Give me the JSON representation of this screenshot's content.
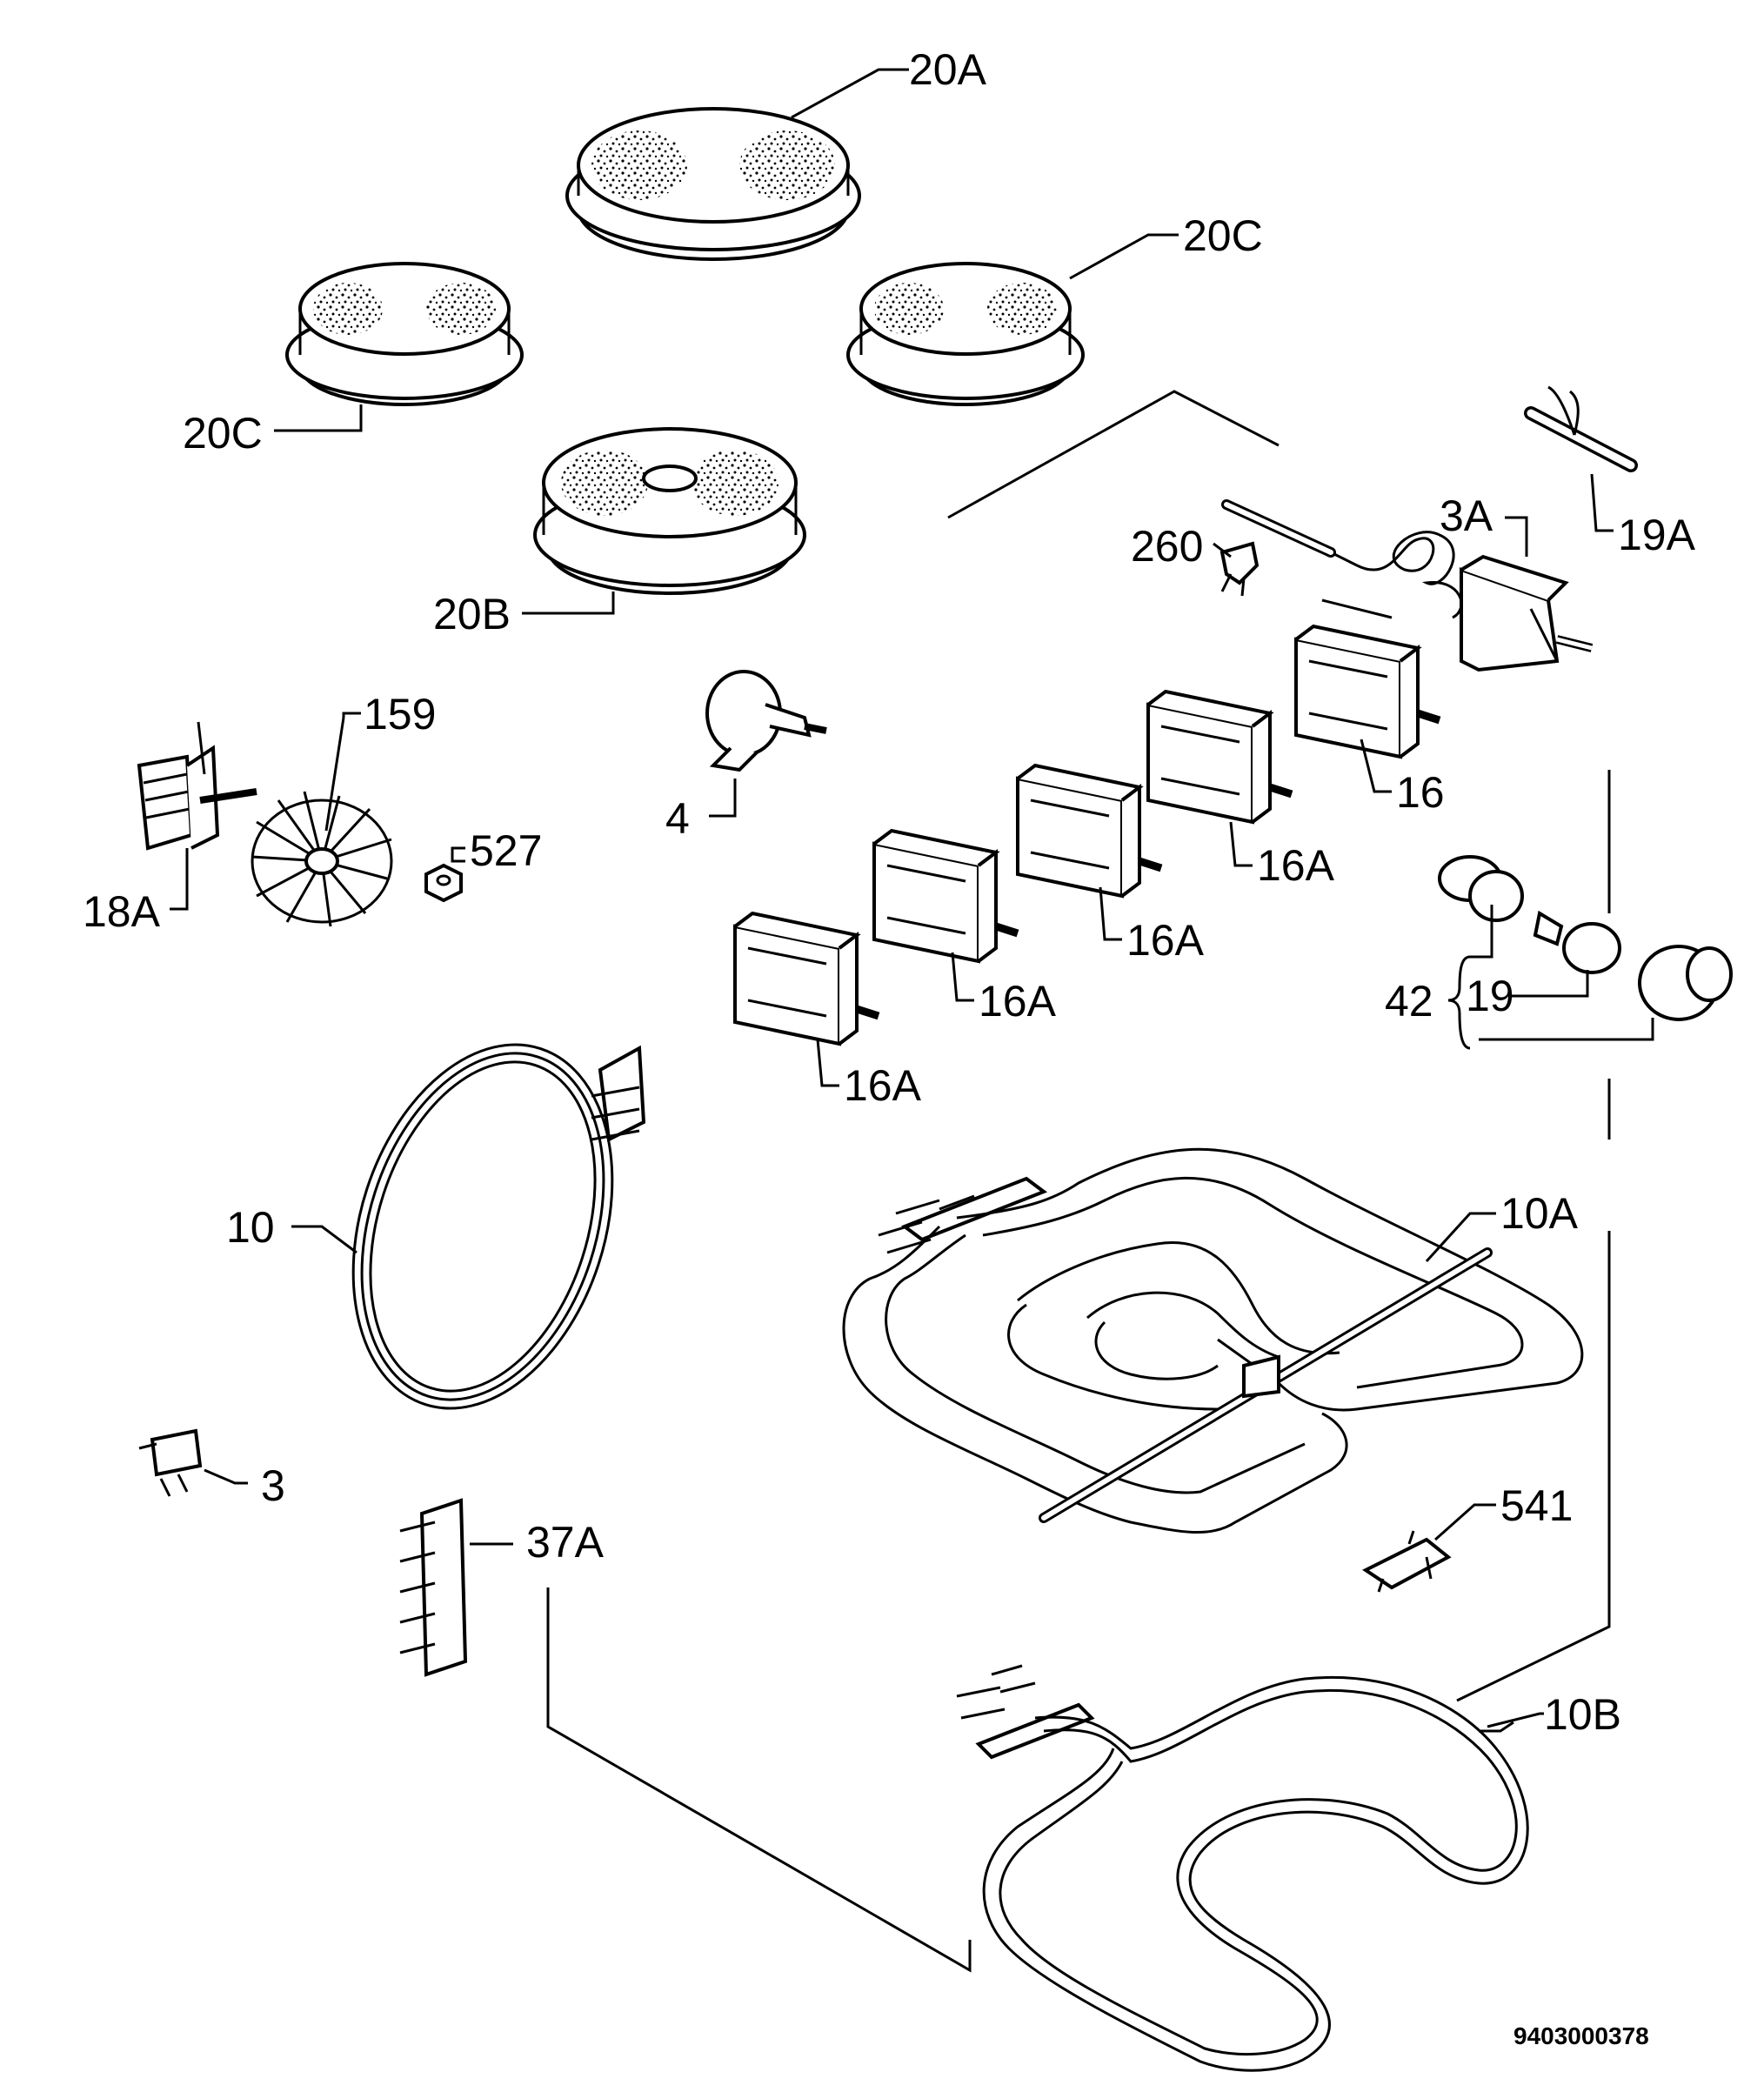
{
  "diagram": {
    "labels": {
      "l20A": "20A",
      "l20C_right": "20C",
      "l20C_left": "20C",
      "l20B": "20B",
      "l19A": "19A",
      "l3A": "3A",
      "l260": "260",
      "l159": "159",
      "l527": "527",
      "l18A": "18A",
      "l4": "4",
      "l16": "16",
      "l16A_1": "16A",
      "l16A_2": "16A",
      "l16A_3": "16A",
      "l16A_4": "16A",
      "l42": "42",
      "l19": "19",
      "l10": "10",
      "l10A": "10A",
      "l3": "3",
      "l37A": "37A",
      "l541": "541",
      "l10B": "10B"
    },
    "drawing_code": "9403000378"
  }
}
